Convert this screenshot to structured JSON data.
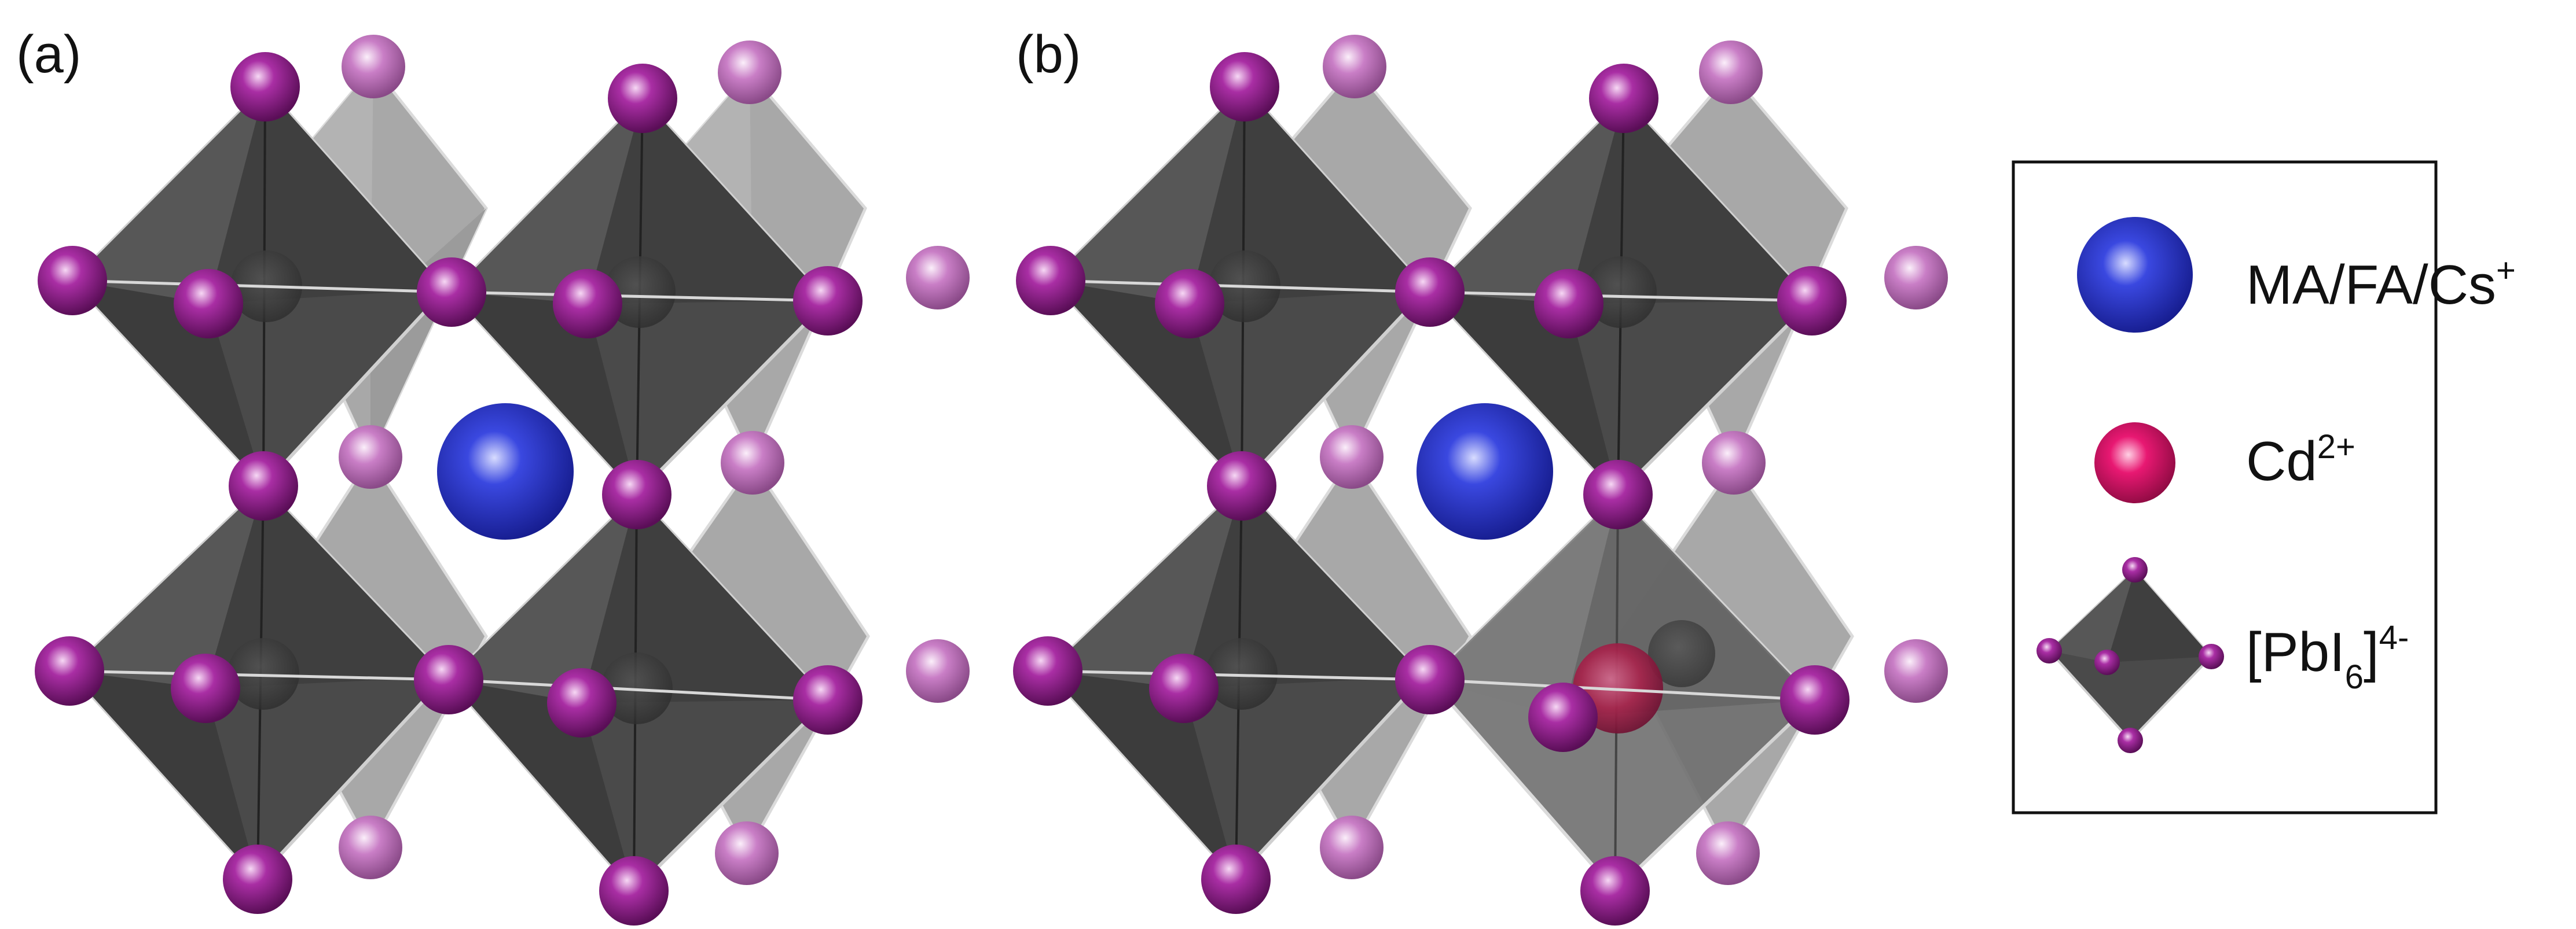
{
  "panels": [
    {
      "label": "(a)"
    },
    {
      "label": "(b)"
    }
  ],
  "legend": {
    "items": [
      {
        "icon": "blue-sphere-icon",
        "text": "MA/FA/Cs",
        "sup": "+",
        "color": "#2830c8"
      },
      {
        "icon": "pink-sphere-icon",
        "text": "Cd",
        "sup": "2+",
        "color": "#e0106a"
      },
      {
        "icon": "octahedron-icon",
        "text": "[PbI",
        "sub": "6",
        "close": "]",
        "sup": "4-",
        "color": "#555555"
      }
    ]
  },
  "colors": {
    "iodine": "#8e1a8a",
    "iodine_back": "#c274bf",
    "octahedron_front": "#4a4a4a",
    "octahedron_back": "#8a8a8a",
    "cation": "#2830c8",
    "cadmium": "#e0106a"
  }
}
